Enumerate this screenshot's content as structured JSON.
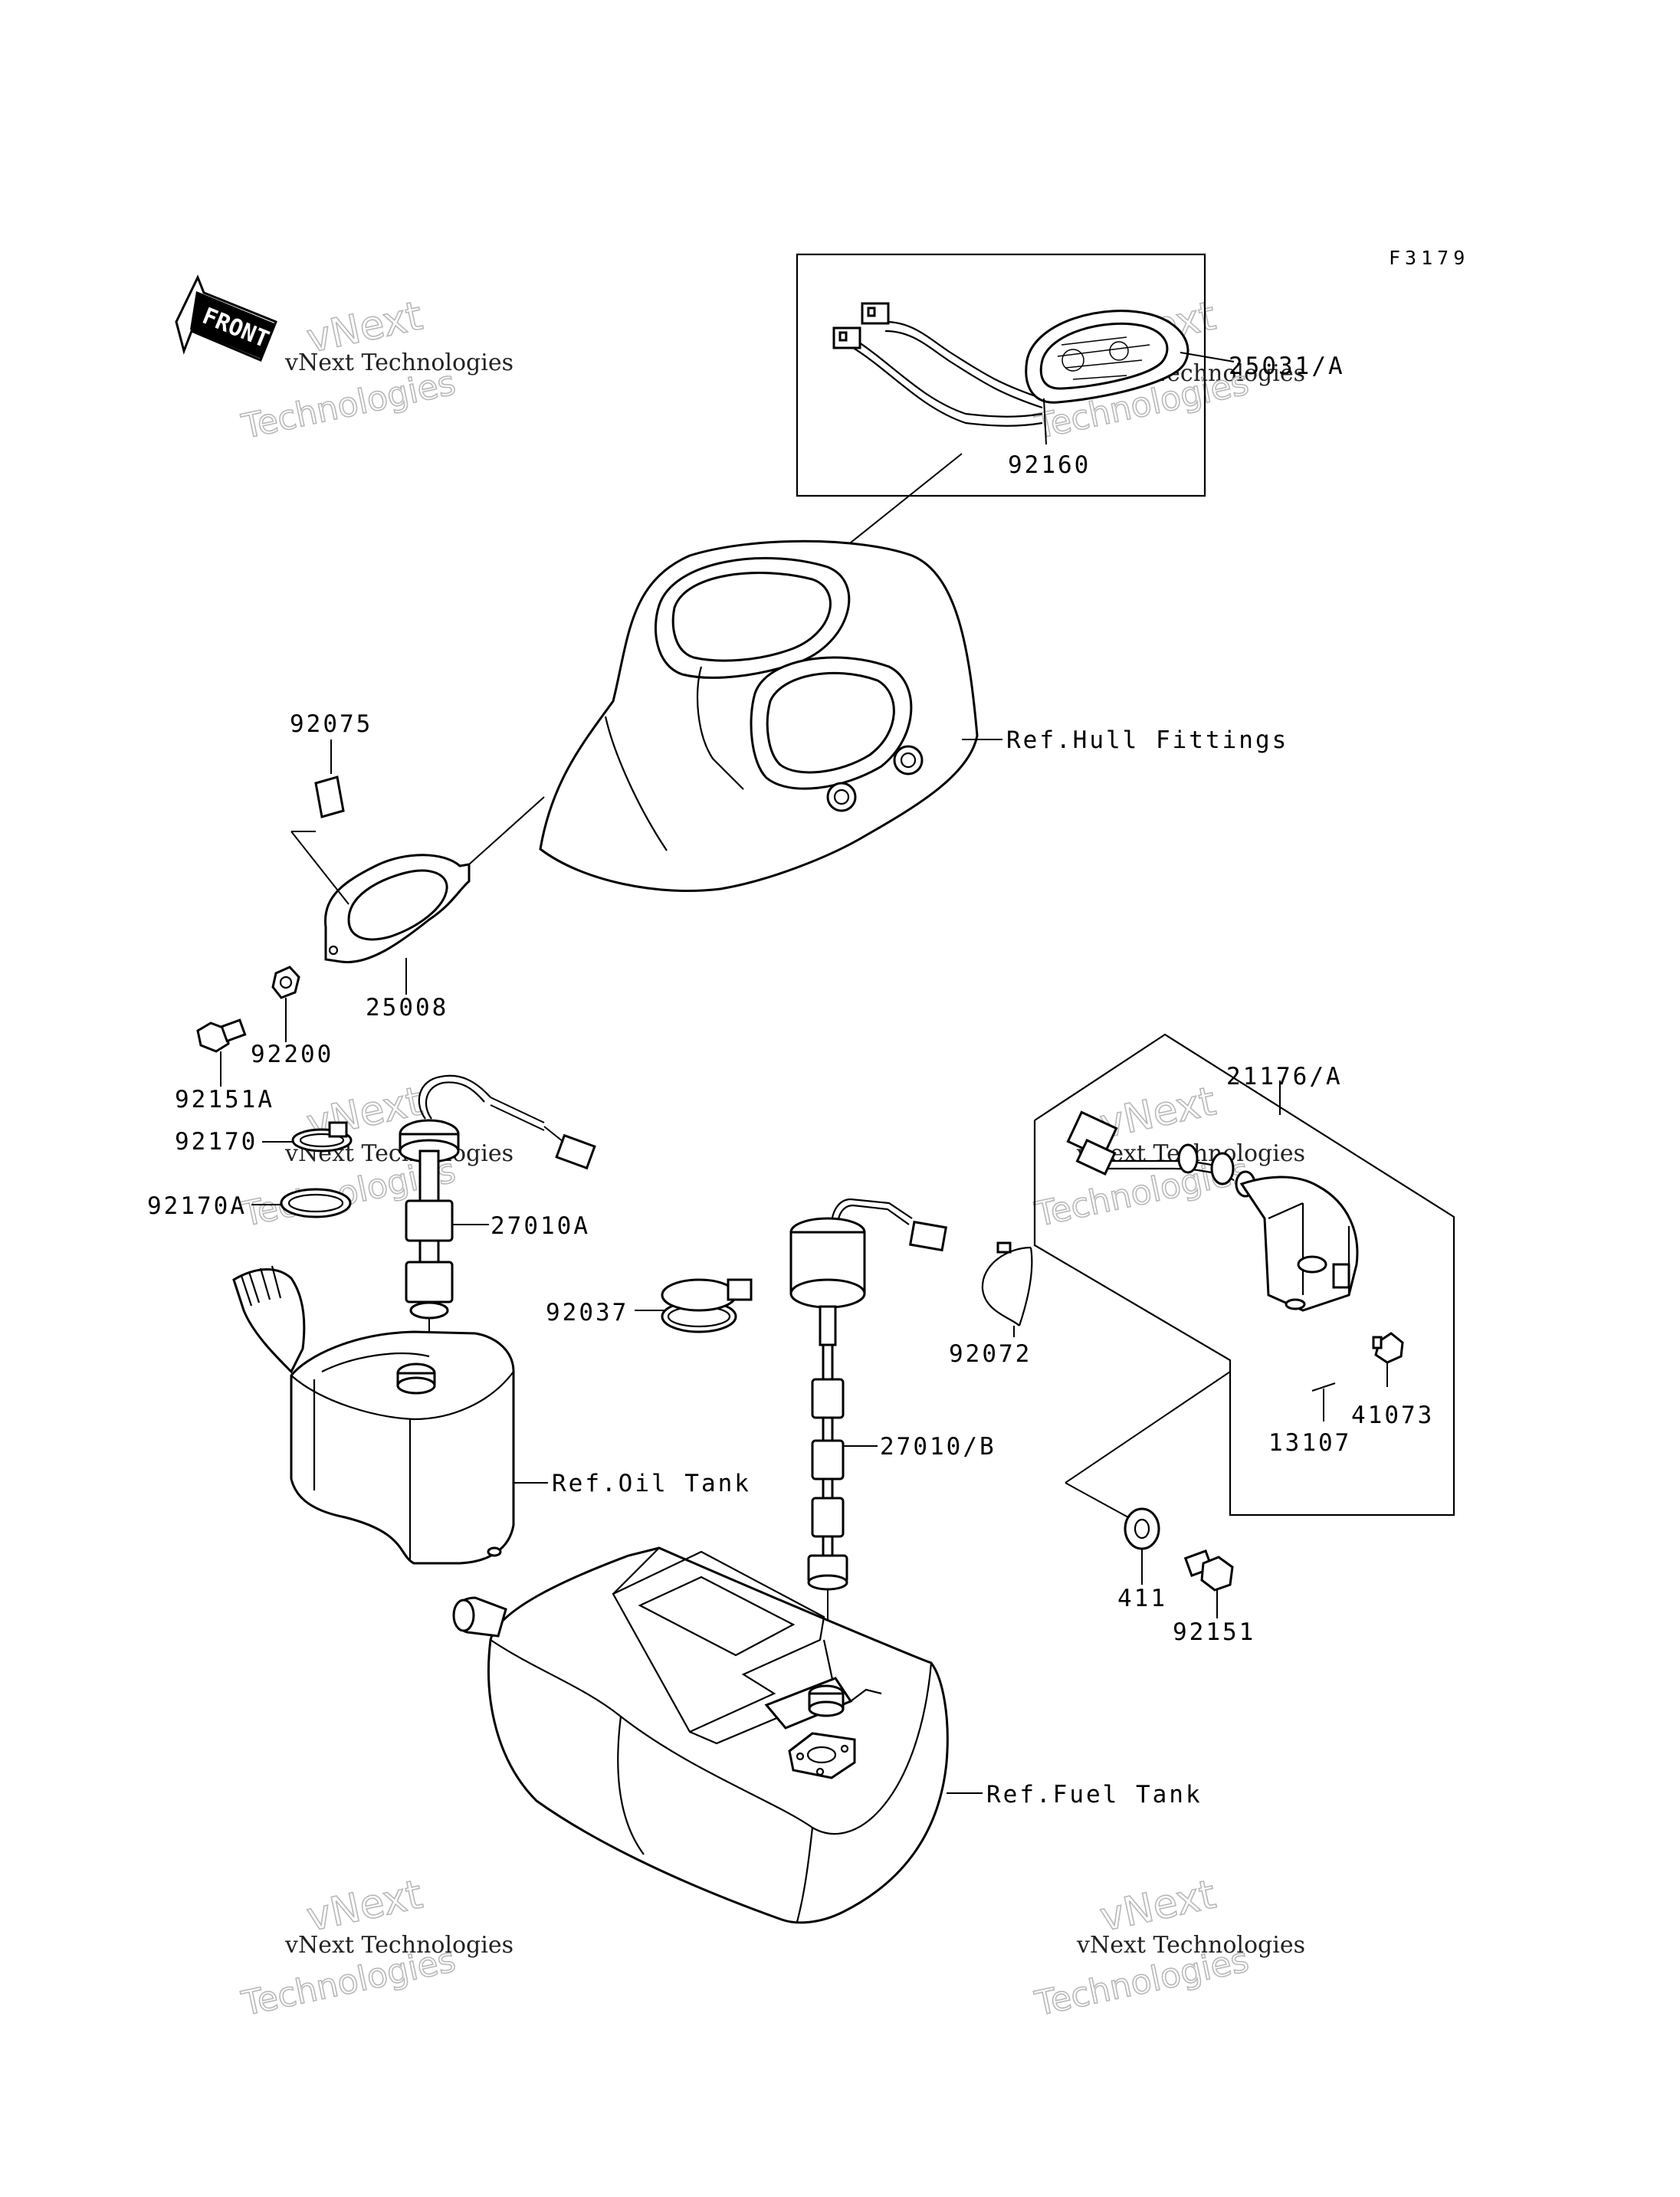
{
  "diagram": {
    "code": "F3179",
    "front_label": "FRONT",
    "parts": [
      {
        "id": "p25031A",
        "text": "25031/A"
      },
      {
        "id": "p92160",
        "text": "92160"
      },
      {
        "id": "p92075",
        "text": "92075"
      },
      {
        "id": "pHull",
        "text": "Ref.Hull Fittings"
      },
      {
        "id": "p25008",
        "text": "25008"
      },
      {
        "id": "p92200",
        "text": "92200"
      },
      {
        "id": "p92151A",
        "text": "92151A"
      },
      {
        "id": "p92170",
        "text": "92170"
      },
      {
        "id": "p92170A",
        "text": "92170A"
      },
      {
        "id": "p27010A",
        "text": "27010A"
      },
      {
        "id": "p92037",
        "text": "92037"
      },
      {
        "id": "p92072",
        "text": "92072"
      },
      {
        "id": "p27010B",
        "text": "27010/B"
      },
      {
        "id": "pOil",
        "text": "Ref.Oil Tank"
      },
      {
        "id": "p21176A",
        "text": "21176/A"
      },
      {
        "id": "p41073",
        "text": "41073"
      },
      {
        "id": "p13107",
        "text": "13107"
      },
      {
        "id": "p411",
        "text": "411"
      },
      {
        "id": "p92151",
        "text": "92151"
      },
      {
        "id": "pFuel",
        "text": "Ref.Fuel Tank"
      }
    ],
    "watermark": {
      "line1": "vNext",
      "line2": "vNext Technologies",
      "line3": "Technologies"
    }
  }
}
